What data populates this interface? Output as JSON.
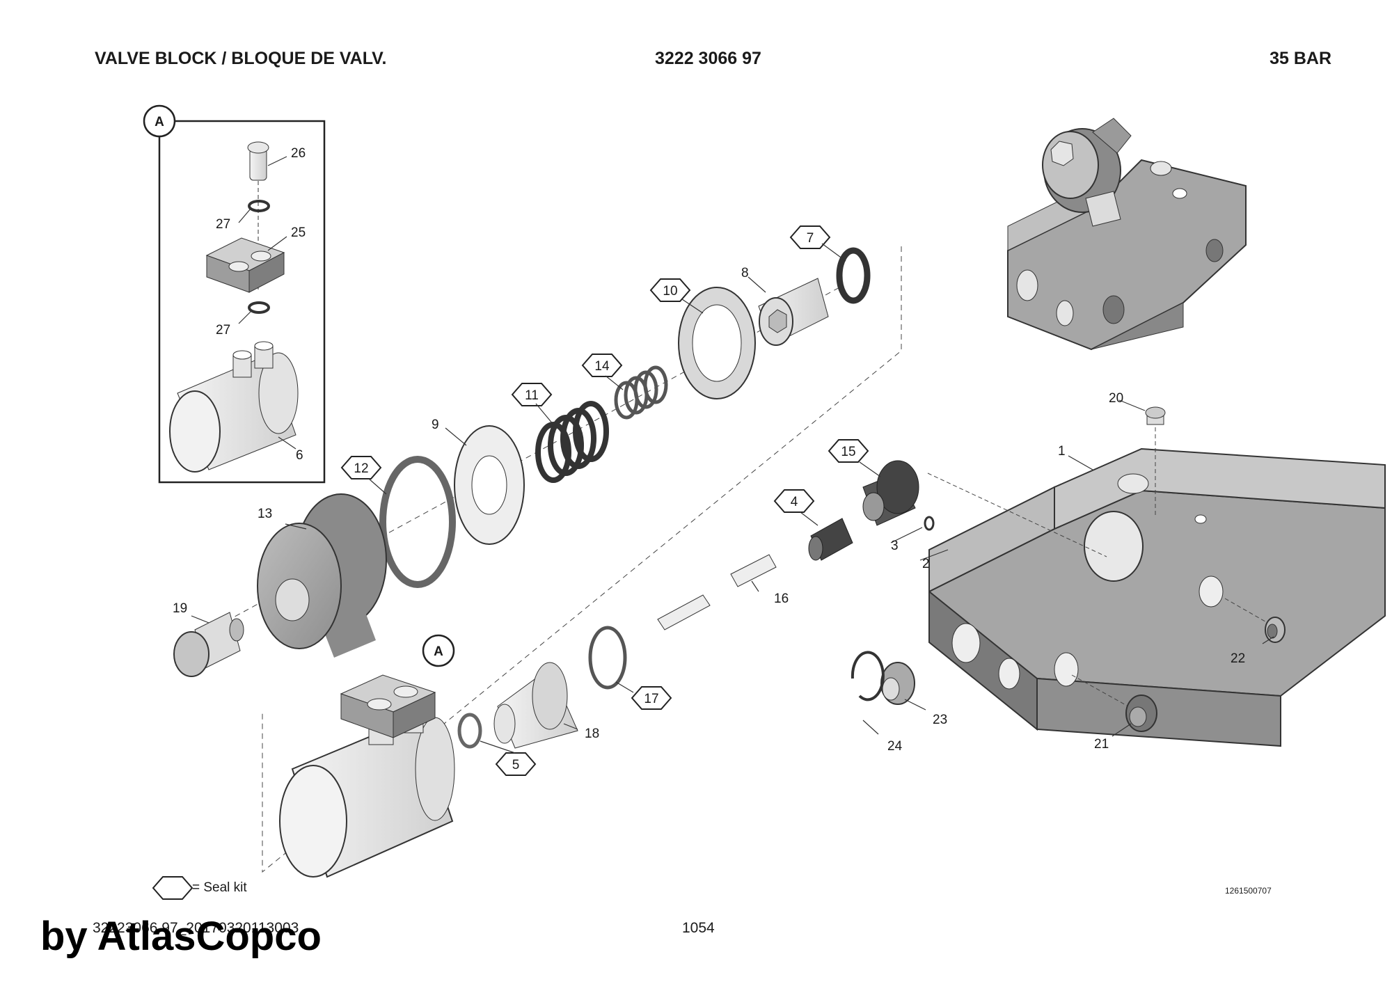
{
  "header": {
    "title": "VALVE BLOCK / BLOQUE DE VALV.",
    "part_number": "3222 3066 97",
    "pressure": "35 BAR"
  },
  "detail_label": "A",
  "callouts": {
    "c1": "1",
    "c2": "2",
    "c3": "3",
    "c4": "4",
    "c5": "5",
    "c6": "6",
    "c7": "7",
    "c8": "8",
    "c9": "9",
    "c10": "10",
    "c11": "11",
    "c12": "12",
    "c13": "13",
    "c14": "14",
    "c15": "15",
    "c16": "16",
    "c17": "17",
    "c18": "18",
    "c19": "19",
    "c20": "20",
    "c21": "21",
    "c22": "22",
    "c23": "23",
    "c24": "24",
    "c25": "25",
    "c26": "26",
    "c27a": "27",
    "c27b": "27"
  },
  "legend": {
    "text": "= Seal kit"
  },
  "reference_code": "1261500707",
  "footer": {
    "doc_code": "32223066 97_20170320113003",
    "page": "1054",
    "watermark": "by AtlasCopco"
  }
}
